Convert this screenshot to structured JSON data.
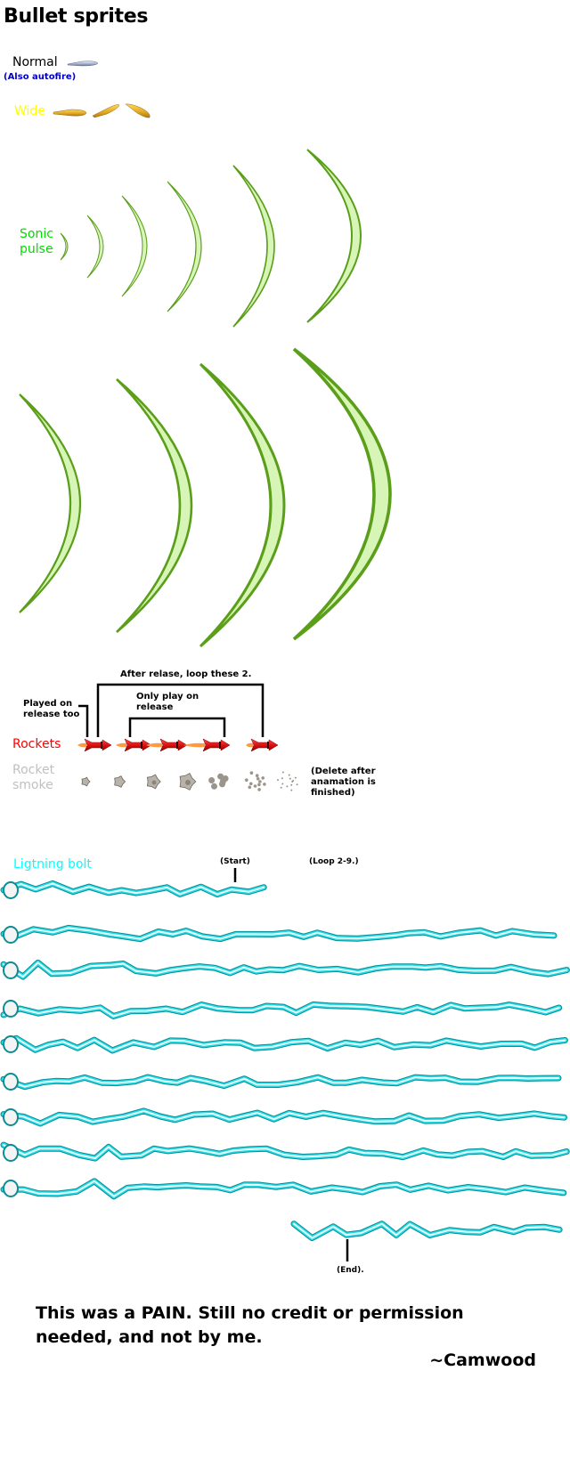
{
  "page": {
    "title": "Bullet sprites"
  },
  "sections": {
    "normal": {
      "label": "Normal",
      "sublabel": "(Also autofire)",
      "sprite": "normal-bullet",
      "frames": 1
    },
    "wide": {
      "label": "Wide",
      "sprite": "wide-bullet",
      "frames": 3
    },
    "sonic": {
      "label_line1": "Sonic",
      "label_line2": "pulse",
      "sprite": "sonic-pulse-crescent",
      "frames": 10
    },
    "rockets": {
      "label": "Rockets",
      "sprite": "rocket",
      "frames": 5,
      "annotations": {
        "played_on_release_line1": "Played on",
        "played_on_release_line2": "release too",
        "after_release": "After relase, loop these 2.",
        "only_release_line1": "Only play on",
        "only_release_line2": "release"
      }
    },
    "smoke": {
      "label_line1": "Rocket",
      "label_line2": "smoke",
      "sprite": "rocket-smoke",
      "frames": 7,
      "note_line1": "(Delete after",
      "note_line2": "anamation is",
      "note_line3": "finished)"
    },
    "lightning": {
      "label": "Ligtning bolt",
      "sprite": "lightning-bolt",
      "frames": 10,
      "start_label": "(Start)",
      "loop_label": "(Loop 2-9.)",
      "end_label": "(End)."
    }
  },
  "footer": {
    "line1": "This was a PAIN. Still no credit or permission",
    "line2": "needed, and not by me.",
    "signature": "~Camwood"
  },
  "colors": {
    "normal_label": "#000000",
    "autofire_label": "#0000cc",
    "wide_label": "#ffff00",
    "sonic_label": "#00dd00",
    "rockets_label": "#ff0000",
    "smoke_label": "#c0c0c0",
    "lightning_label": "#00ffff",
    "sonic_fill": "#d8f5b8",
    "sonic_edge": "#5a9e1a",
    "rocket_red": "#dd1111",
    "flame": "#ff9a40",
    "smoke_gray": "#b8b2a8",
    "lightning_edge": "#0c8c94",
    "lightning_core": "#e8ffff"
  }
}
